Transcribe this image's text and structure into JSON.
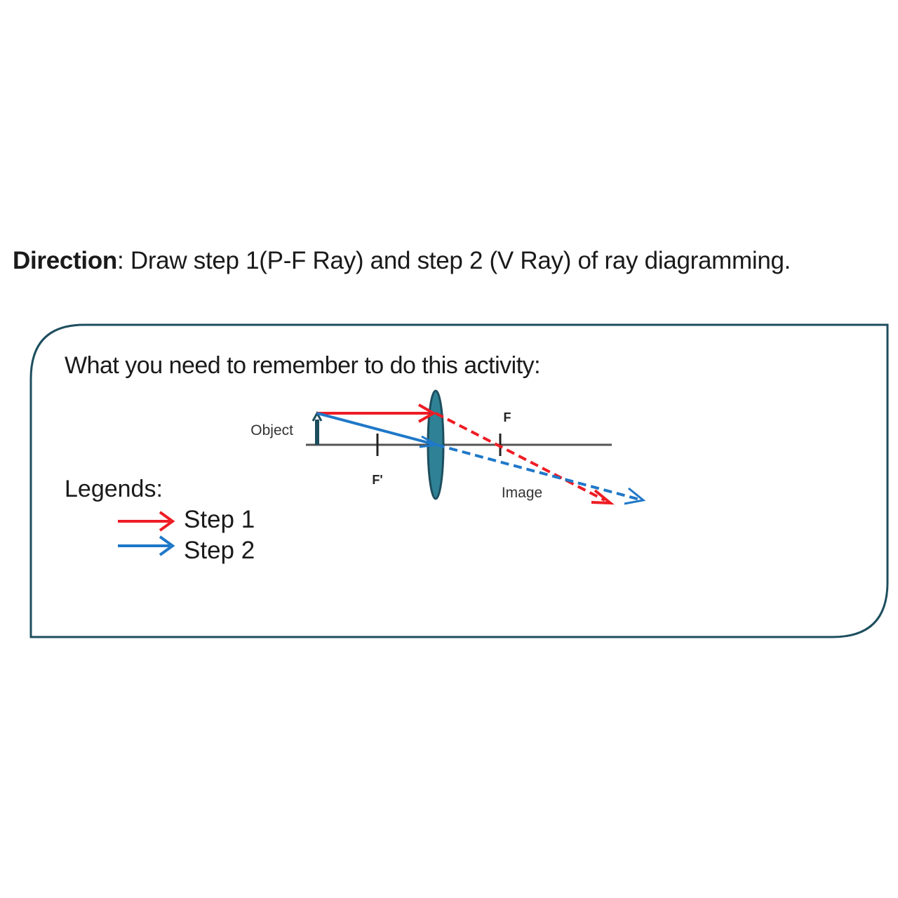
{
  "direction": {
    "label": "Direction",
    "text": ": Draw step 1(P-F Ray) and step 2 (V Ray) of ray diagramming."
  },
  "card": {
    "title": "What you need to remember to do this activity:"
  },
  "diagram": {
    "object_label": "Object",
    "focal_left_label": "F'",
    "focal_right_label": "F",
    "image_label": "Image"
  },
  "legend": {
    "title": "Legends:",
    "items": [
      {
        "label": "Step 1",
        "color": "#ee1c24"
      },
      {
        "label": "Step 2",
        "color": "#1f78c8"
      }
    ]
  },
  "colors": {
    "frame": "#1d4e5e",
    "lens": "#2f8296",
    "axis": "#555555",
    "object": "#1d4e5e",
    "step1": "#ee1c24",
    "step2": "#1f78c8"
  }
}
